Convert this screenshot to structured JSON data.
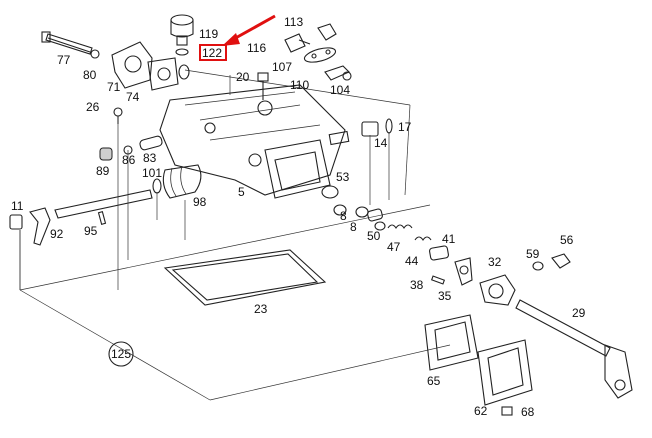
{
  "diagram": {
    "highlight": {
      "label": "122",
      "color": "#e01010"
    },
    "labels": {
      "l113": "113",
      "l119": "119",
      "l116": "116",
      "l77": "77",
      "l80": "80",
      "l71": "71",
      "l74": "74",
      "l107": "107",
      "l110": "110",
      "l104": "104",
      "l20": "20",
      "l26": "26",
      "l17": "17",
      "l14": "14",
      "l86": "86",
      "l83": "83",
      "l89": "89",
      "l101": "101",
      "l98": "98",
      "l5": "5",
      "l53": "53",
      "l11": "11",
      "l92": "92",
      "l95": "95",
      "l8a": "8",
      "l8b": "8",
      "l50": "50",
      "l47": "47",
      "l44": "44",
      "l41": "41",
      "l56": "56",
      "l59": "59",
      "l32": "32",
      "l38": "38",
      "l35": "35",
      "l23": "23",
      "l29": "29",
      "l125": "125",
      "l65": "65",
      "l62": "62",
      "l68": "68"
    }
  }
}
